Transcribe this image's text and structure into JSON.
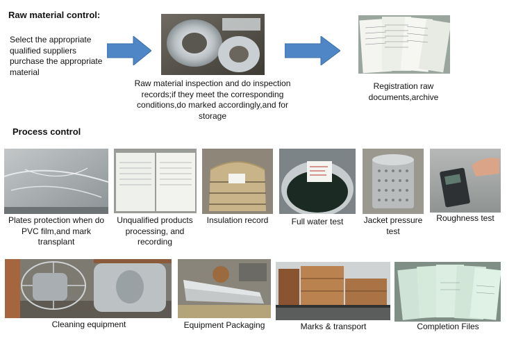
{
  "raw_section": {
    "title": "Raw material control:",
    "intro": "Select the appropriate qualified suppliers purchase the appropriate material",
    "inspection_caption": "Raw material inspection and do inspection records;if they meet the corresponding conditions,do marked accordingly,and for storage",
    "registration_caption": "Registration raw documents,archive",
    "arrow_color": "#4f86c6"
  },
  "process_section": {
    "title": "Process control",
    "items": [
      {
        "caption": "Plates protection when do PVC film,and mark transplant"
      },
      {
        "caption": "Unqualified products processing, and recording"
      },
      {
        "caption": "Insulation record"
      },
      {
        "caption": "Full water test"
      },
      {
        "caption": "Jacket pressure test"
      },
      {
        "caption": "Roughness test"
      }
    ]
  },
  "delivery_section": {
    "items": [
      {
        "caption": "Cleaning equipment"
      },
      {
        "caption": "Equipment Packaging"
      },
      {
        "caption": "Marks & transport"
      },
      {
        "caption": "Completion Files"
      }
    ]
  }
}
